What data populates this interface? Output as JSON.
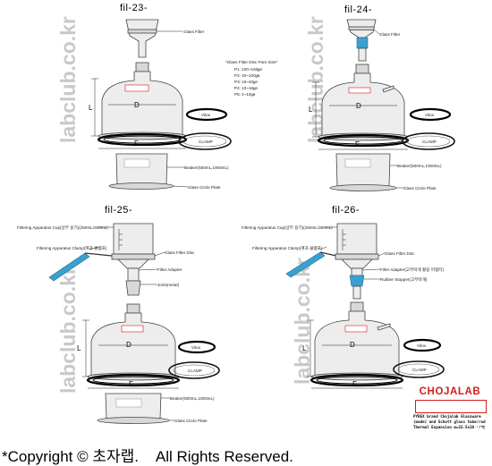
{
  "titles": {
    "f23": "fil-23-",
    "f24": "fil-24-",
    "f25": "fil-25-",
    "f26": "fil-26-"
  },
  "labels": {
    "glass_filter": "Glass Filter",
    "beaker_23": "Beaker(500mL,1000mL)",
    "beaker_24": "Beaker(500mL,1000mL)",
    "beaker_25": "Beaker(500mL,1000mL)",
    "plate_23": "Glass Circle Plate",
    "plate_24": "Glass Circle Plate",
    "plate_25": "Glass Circle Plate",
    "vitox_23": "Vitox",
    "vitox_24": "Vitox",
    "vitox_25": "Vitox",
    "vitox_26": "Vitox",
    "clamp_23": "CLAMP",
    "clamp_24": "CLAMP",
    "clamp_25": "CLAMP",
    "clamp_26": "CLAMP",
    "apparatus_cup_25": "Filtering Apparatus Cup(상부 용기)(250mL/300mL)",
    "apparatus_cup_26": "Filtering Apparatus Cup(상부 용기)(250mL/300mL)",
    "apparatus_clamp_25": "Filtering Apparatus Clamp(여과 클램프)",
    "apparatus_clamp_26": "Filtering Apparatus Clamp(여과 클램프)",
    "glass_filter_disc_25": "Glass Filter Disc",
    "glass_filter_disc_26": "Glass Filter Disc",
    "filter_adapter_25": "Filter Adapter",
    "filter_adapter_26": "Filter Adapter(고무마개 활용 어댑터)",
    "rubber_stopper_26": "Rubber Stopper(고무마개)",
    "joint_metal_25": "Joint(metal)"
  },
  "pore_size": {
    "title": "*Glass Filter Disc Pore Size*",
    "items": [
      "P1: 100~160㎛",
      "P2: 40~100㎛",
      "P3: 16~40㎛",
      "P4: 10~16㎛",
      "P5: 4~10㎛"
    ]
  },
  "dims": {
    "L": "L",
    "D": "D",
    "F": "F"
  },
  "watermark": "labclub.co.kr",
  "brand": {
    "name": "CHOJALAB",
    "lines": [
      "PYREX brand Chojalab Glassware",
      "(made) and Schott glass tube/rod",
      "Thermal Expansion  α=32.5x10⁻⁷/℃"
    ]
  },
  "copyright": "*Copyright © 초자랩.    All Rights Reserved.",
  "colors": {
    "brand_red": "#d61a1a",
    "adapter_blue": "#3aa0cf",
    "watermark": "#c9c9c9"
  }
}
